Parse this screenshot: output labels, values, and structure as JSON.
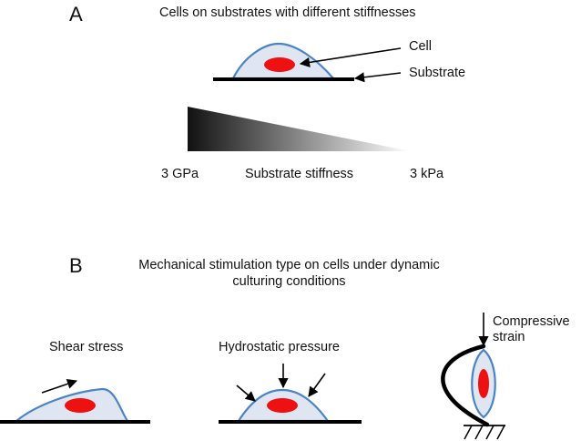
{
  "panel_a": {
    "letter": "A",
    "title": "Cells on substrates with different stiffnesses",
    "cell_label": "Cell",
    "substrate_label": "Substrate",
    "gradient_left": "3 GPa",
    "gradient_middle": "Substrate stiffness",
    "gradient_right": "3 kPa"
  },
  "panel_b": {
    "letter": "B",
    "title_line1": "Mechanical stimulation type on cells under dynamic",
    "title_line2": "culturing conditions",
    "shear_label": "Shear stress",
    "hydrostatic_label": "Hydrostatic pressure",
    "compressive_line1": "Compressive",
    "compressive_line2": "strain"
  },
  "colors": {
    "cell_fill": "#dfe6f2",
    "cell_outline": "#4a84c6",
    "nucleus": "#ee1111",
    "substrate": "#000000",
    "gradient_dark": "#111111",
    "gradient_light": "#ffffff"
  }
}
